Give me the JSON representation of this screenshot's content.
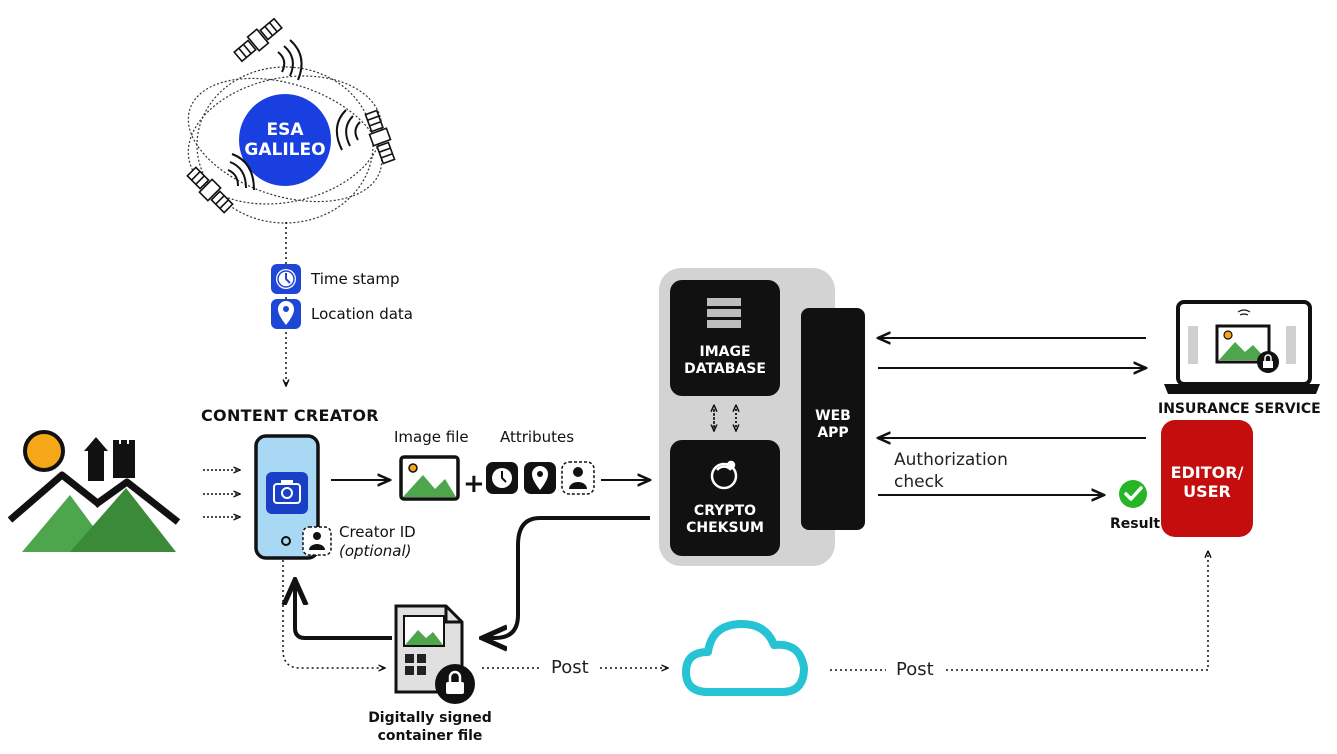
{
  "galileo": {
    "line1": "ESA",
    "line2": "GALILEO"
  },
  "metadata": {
    "timestamp_label": "Time stamp",
    "location_label": "Location data"
  },
  "creator": {
    "heading": "CONTENT CREATOR",
    "creator_id_label": "Creator ID",
    "creator_id_note": "(optional)"
  },
  "flow": {
    "image_file_label": "Image file",
    "attributes_label": "Attributes"
  },
  "server": {
    "image_db_line1": "IMAGE",
    "image_db_line2": "DATABASE",
    "crypto_line1": "CRYPTO",
    "crypto_line2": "CHEKSUM",
    "webapp_line1": "WEB",
    "webapp_line2": "APP"
  },
  "insurance": {
    "label": "INSURANCE SERVICE"
  },
  "editor": {
    "line1": "EDITOR/",
    "line2": "USER"
  },
  "auth": {
    "line1": "Authorization",
    "line2": "check",
    "result_label": "Result"
  },
  "container": {
    "line1": "Digitally signed",
    "line2": "container file"
  },
  "post": {
    "left_label": "Post",
    "right_label": "Post"
  },
  "colors": {
    "galileo_blue": "#1a3fe0",
    "icon_blue": "#1f47d6",
    "phone_blue": "#a9d8f5",
    "server_gray": "#d3d3d3",
    "dark_box": "#111111",
    "editor_red": "#c40d0d",
    "mountain_green": "#4da54c",
    "mountain_dark": "#3b8a3a",
    "sun_orange": "#f5a718",
    "cloud_cyan": "#25c3d3",
    "check_green": "#25b526"
  }
}
